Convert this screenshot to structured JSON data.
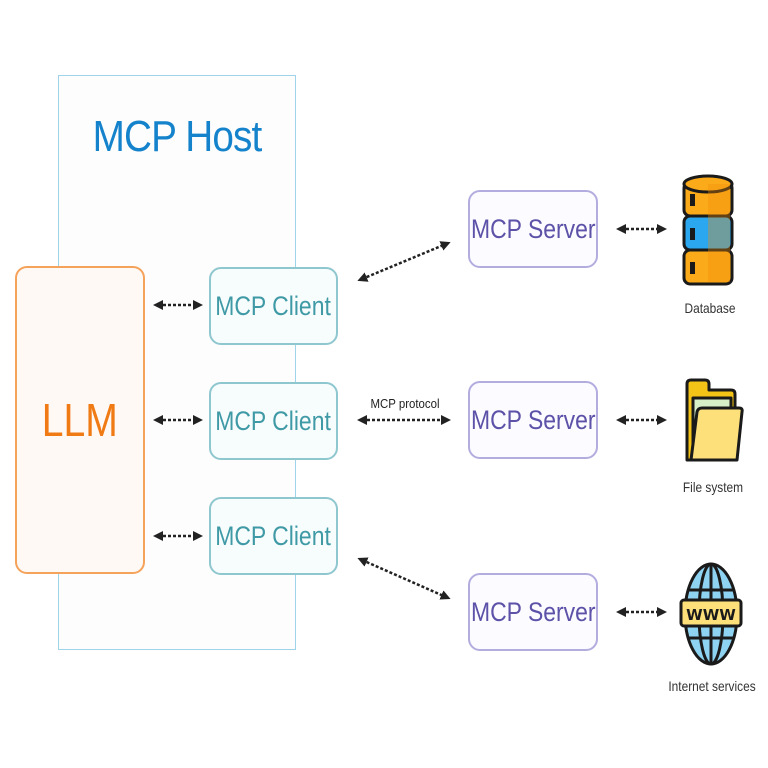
{
  "host": {
    "title": "MCP Host"
  },
  "llm": {
    "label": "LLM"
  },
  "clients": [
    {
      "label": "MCP Client"
    },
    {
      "label": "MCP Client"
    },
    {
      "label": "MCP Client"
    }
  ],
  "servers": [
    {
      "label": "MCP Server"
    },
    {
      "label": "MCP Server"
    },
    {
      "label": "MCP Server"
    }
  ],
  "protocol_label": "MCP protocol",
  "resources": [
    {
      "label": "Database",
      "icon": "database-icon"
    },
    {
      "label": "File system",
      "icon": "folder-icon"
    },
    {
      "label": "Internet services",
      "icon": "globe-www-icon"
    }
  ],
  "globe_text": "WWW",
  "colors": {
    "host": "#1583cc",
    "llm": "#f07b14",
    "client": "#3f9aa6",
    "server": "#5c52a8"
  }
}
